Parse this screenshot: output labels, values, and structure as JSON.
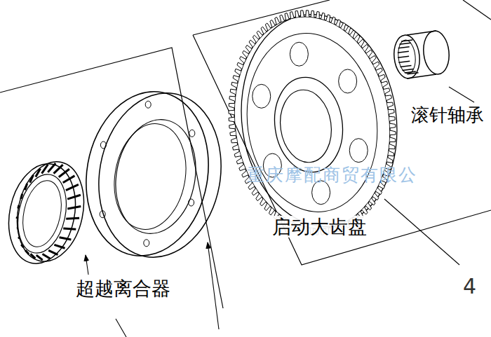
{
  "diagram": {
    "labels": [
      "滚针轴承",
      "重庆摩配商贸有限公",
      "启动大齿盘",
      "超越离合器",
      "4"
    ]
  }
}
